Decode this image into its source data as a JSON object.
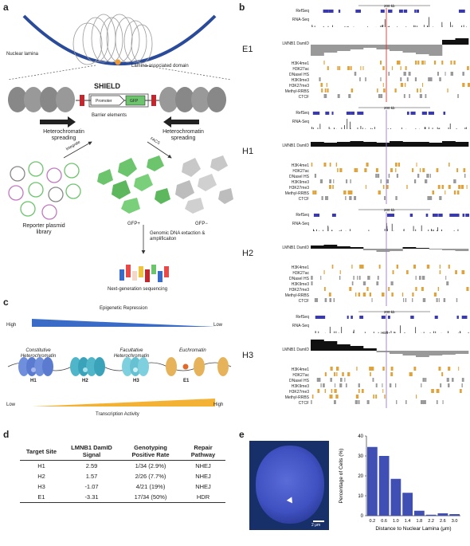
{
  "panels": {
    "a": "a",
    "b": "b",
    "c": "c",
    "d": "d",
    "e": "e"
  },
  "panel_a": {
    "nuclear_lamina": "Nuclear lamina",
    "lad": "Lamina-associated domain",
    "shield": "SHIELD",
    "promoter": "Promoter",
    "gfp": "GFP",
    "barrier": "Barrier elements",
    "het_spread_left": "Heterochromatin spreading",
    "het_spread_right": "Heterochromatin spreading",
    "integrate": "Integrate",
    "facs": "FACS",
    "library": "Reporter plasmid library",
    "gfp_pos": "GFP+",
    "gfp_neg": "GFP−",
    "extraction": "Genomic DNA extaction & amplificaiton",
    "ngs": "Next-generation sequencing",
    "colors": {
      "green": "#6cc46c",
      "gray": "#c8c8c8",
      "red": "#c0282e"
    }
  },
  "panel_b": {
    "blocks": [
      {
        "site": "E1",
        "scale": "200 kb",
        "tracks": [
          "RefSeq",
          "RNA-Seq",
          "LMNB1 DamID",
          "H3K4me1",
          "H3K27ac",
          "DNaseI HS",
          "H3K9me3",
          "H3K27me3",
          "Methyl-RRBS",
          "CTCF"
        ],
        "marker_color": "#e03030"
      },
      {
        "site": "H1",
        "scale": "200 kb",
        "tracks": [
          "RefSeq",
          "RNA-Seq",
          "LMNB1 DamID",
          "H3K4me1",
          "H3K27ac",
          "DNaseI HS",
          "H3K9me3",
          "H3K27me3",
          "Methyl-RRBS",
          "CTCF"
        ],
        "marker_color": "#9b7cc9"
      },
      {
        "site": "H2",
        "scale": "200 kb",
        "tracks": [
          "RefSeq",
          "RNA-Seq",
          "LMNB1 DamID",
          "H3K4me1",
          "H3K27ac",
          "DNaseI HS",
          "H3K9me3",
          "H3K27me3",
          "Methyl-RRBS",
          "CTCF"
        ],
        "marker_color": "#9b7cc9"
      },
      {
        "site": "H3",
        "scale": "200 kb",
        "tracks": [
          "RefSeq",
          "RNA-Seq",
          "LMNB1 DamID",
          "H3K4me1",
          "H3K27ac",
          "DNaseI HS",
          "H3K9me3",
          "H3K27me3",
          "Methyl-RRBS",
          "CTCF"
        ],
        "marker_color": "#9b7cc9",
        "gene": "HBB"
      }
    ]
  },
  "panel_c": {
    "epi_label": "Epigenetic Repression",
    "high_left": "High",
    "low_right": "Low",
    "constitutive": "Constitutive Heterochromatin",
    "facultative": "Facultative Heterochromatin",
    "euchromatin": "Euchromatin",
    "sites": [
      "H1",
      "H2",
      "H3",
      "E1"
    ],
    "low_left": "Low",
    "high_right": "High",
    "tx_label": "Transcription Activity"
  },
  "panel_d": {
    "headers": [
      "Target Site",
      "LMNB1 DamID Signal",
      "Genotyping Positive Rate",
      "Repair Pathway"
    ],
    "rows": [
      [
        "H1",
        "2.59",
        "1/34 (2.9%)",
        "NHEJ"
      ],
      [
        "H2",
        "1.57",
        "2/26 (7.7%)",
        "NHEJ"
      ],
      [
        "H3",
        "-1.07",
        "4/21 (19%)",
        "NHEJ"
      ],
      [
        "E1",
        "-3.31",
        "17/34 (50%)",
        "HDR"
      ]
    ]
  },
  "panel_e": {
    "scalebar": "2 μm"
  },
  "chart_data": {
    "type": "bar",
    "categories": [
      "0.2",
      "0.6",
      "1.0",
      "1.4",
      "1.8",
      "2.2",
      "2.6",
      "3.0"
    ],
    "values": [
      34.5,
      30,
      18.5,
      11.5,
      2.5,
      0.5,
      1.2,
      0.8
    ],
    "xlabel": "Distance to Nuclear Lamina (μm)",
    "ylabel": "Percentage of Cells (%)",
    "ylim": [
      0,
      40
    ],
    "yticks": [
      0,
      10,
      20,
      30,
      40
    ],
    "bar_color": "#3f4fb3"
  }
}
